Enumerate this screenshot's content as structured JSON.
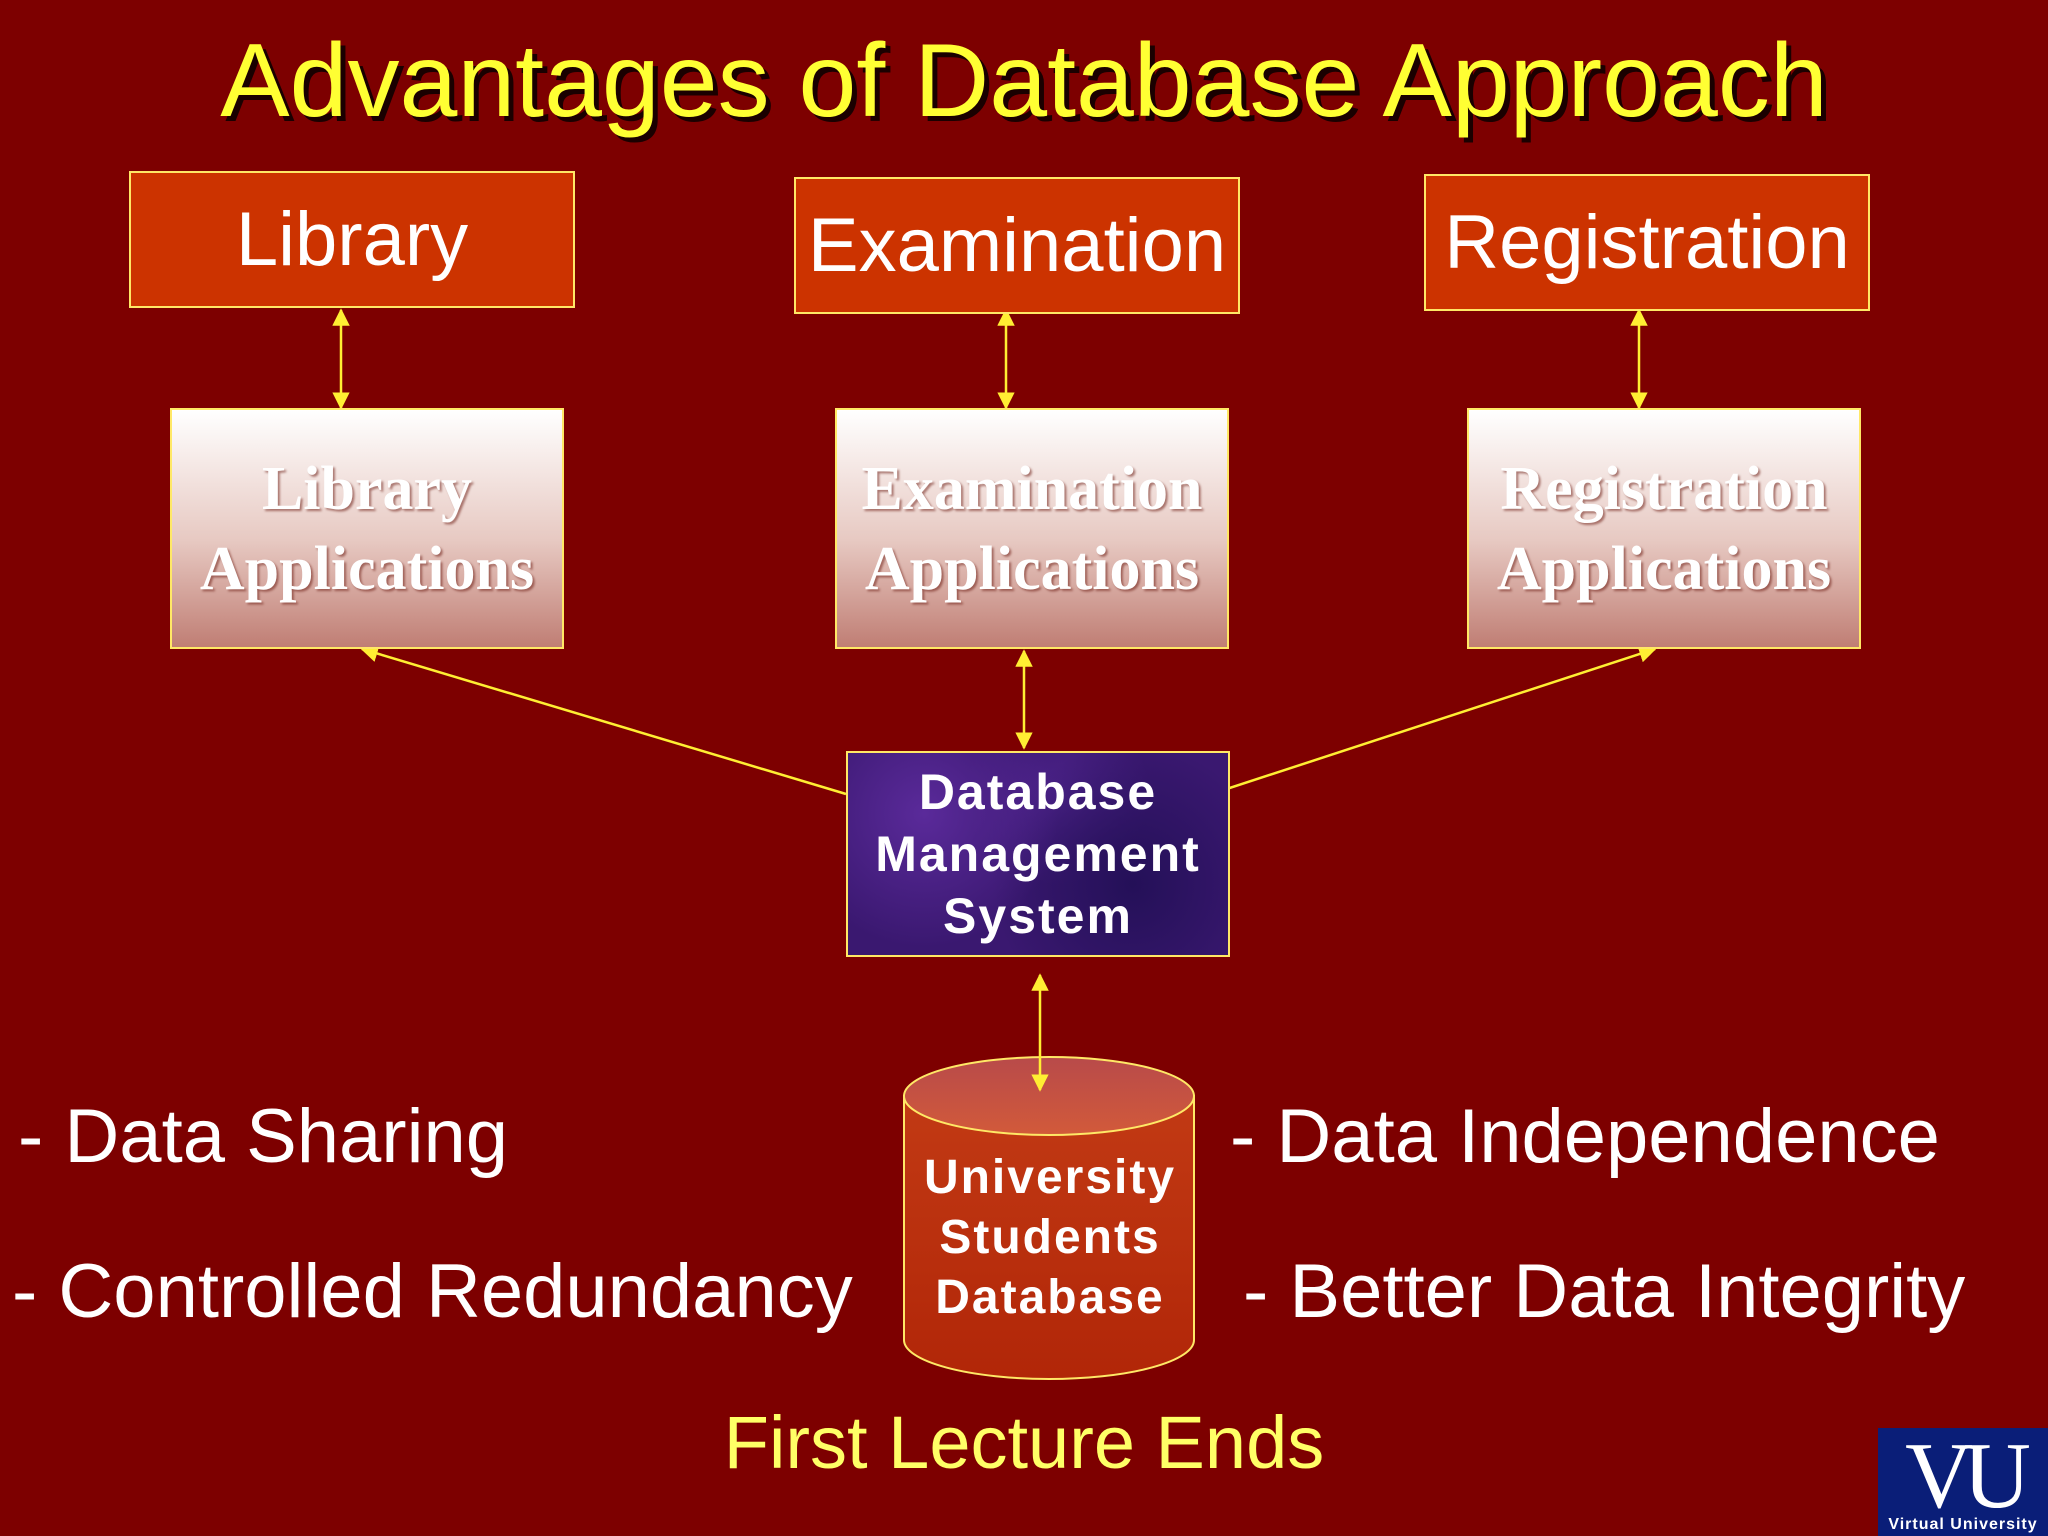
{
  "title": "Advantages of Database Approach",
  "departments": [
    "Library",
    "Examination",
    "Registration"
  ],
  "applications": [
    {
      "line1": "Library",
      "line2": "Applications"
    },
    {
      "line1": "Examination",
      "line2": "Applications"
    },
    {
      "line1": "Registration",
      "line2": "Applications"
    }
  ],
  "dbms": {
    "line1": "Database",
    "line2": "Management",
    "line3": "System"
  },
  "database": {
    "line1": "University",
    "line2": "Students",
    "line3": "Database"
  },
  "advantages_left": [
    "- Data Sharing",
    "- Controlled Redundancy"
  ],
  "advantages_right": [
    "- Data Independence",
    "- Better Data Integrity"
  ],
  "footer": "First Lecture Ends",
  "logo": {
    "mark": "VU",
    "caption": "Virtual University"
  },
  "colors": {
    "background": "#7d0000",
    "title": "#ffff33",
    "department_box": "#cc3300",
    "dbms_box": "#3a1870",
    "connector": "#ffee33"
  }
}
